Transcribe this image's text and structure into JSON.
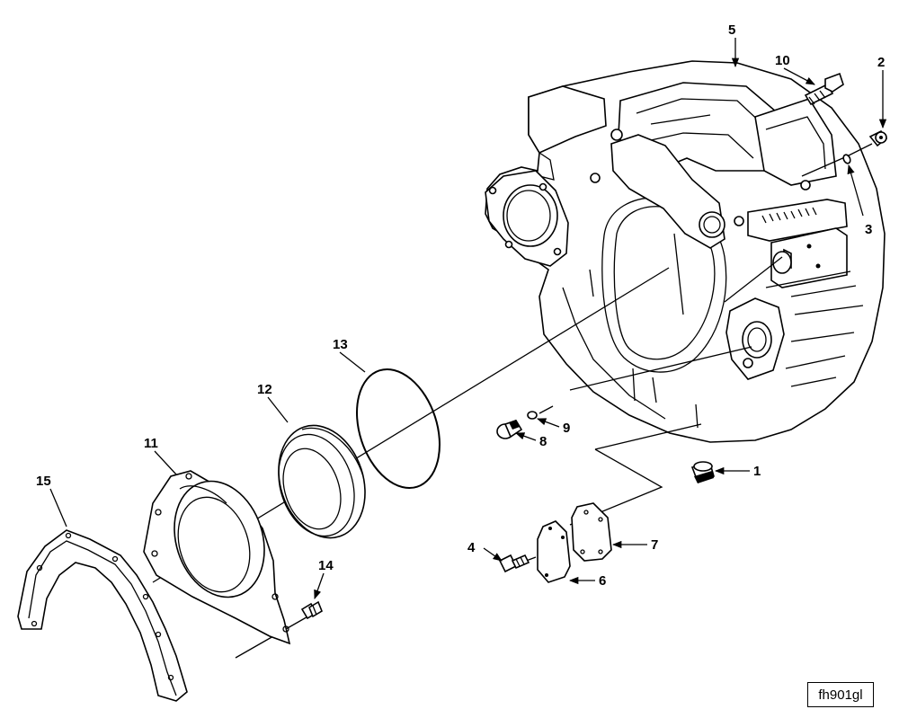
{
  "figure": {
    "id_label": "fh901gl"
  },
  "callouts": {
    "c1": "1",
    "c2": "2",
    "c3": "3",
    "c4": "4",
    "c5": "5",
    "c6": "6",
    "c7": "7",
    "c8": "8",
    "c9": "9",
    "c10": "10",
    "c11": "11",
    "c12": "12",
    "c13": "13",
    "c14": "14",
    "c15": "15"
  }
}
